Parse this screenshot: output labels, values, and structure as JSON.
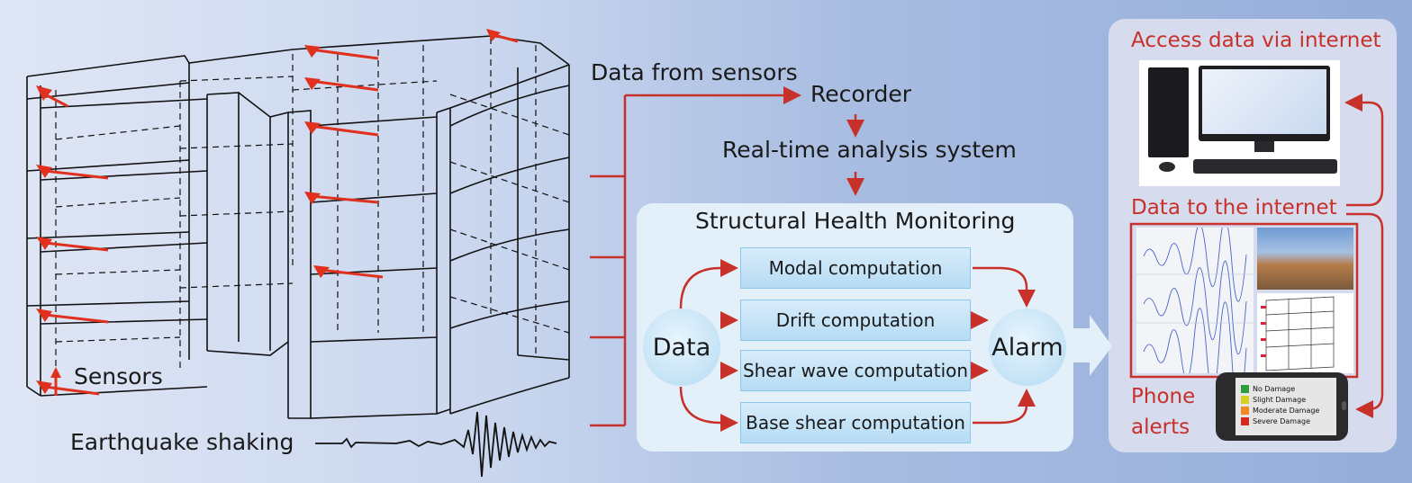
{
  "building": {
    "sensors_label": "Sensors",
    "earthquake_label": "Earthquake shaking"
  },
  "flow": {
    "data_from_sensors": "Data from sensors",
    "recorder": "Recorder",
    "realtime": "Real-time analysis system"
  },
  "shm": {
    "title": "Structural Health Monitoring",
    "data": "Data",
    "alarm": "Alarm",
    "computations": [
      "Modal computation",
      "Drift computation",
      "Shear wave computation",
      "Base shear computation"
    ]
  },
  "outputs": {
    "access": "Access data via internet",
    "to_internet": "Data to the internet",
    "phone_line1": "Phone",
    "phone_line2": "alerts"
  },
  "phone_alerts": [
    {
      "label": "No Damage",
      "color": "#2e9e3a"
    },
    {
      "label": "Slight Damage",
      "color": "#d8d020"
    },
    {
      "label": "Moderate Damage",
      "color": "#f08a20"
    },
    {
      "label": "Severe Damage",
      "color": "#d8281e"
    }
  ],
  "colors": {
    "accent_red": "#c8302a",
    "panel_blue": "#e3f0fa",
    "box_blue": "#b6dcf4"
  }
}
